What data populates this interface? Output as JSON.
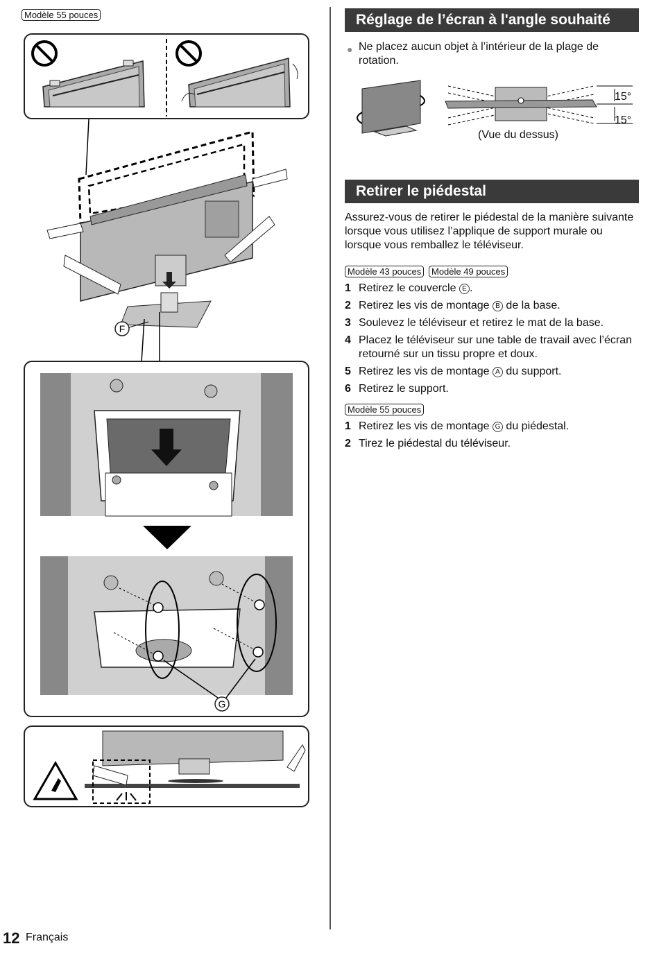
{
  "left": {
    "model_tag_top": "Modèle 55 pouces",
    "callout_f": "F",
    "callout_g": "G"
  },
  "right": {
    "section1": {
      "title": "Réglage de l’écran à l'angle souhaité",
      "bullet": "Ne placez aucun objet à l’intérieur de la plage de rotation.",
      "angle_top": "15°",
      "angle_bottom": "15°",
      "view_label": "(Vue du dessus)"
    },
    "section2": {
      "title": "Retirer le piédestal",
      "intro": "Assurez-vous de retirer le piédestal de la manière suivante lorsque vous utilisez l’applique de support murale ou lorsque vous remballez le téléviseur.",
      "tag_43": "Modèle 43 pouces",
      "tag_49": "Modèle 49 pouces",
      "steps_a": [
        {
          "num": "1",
          "before": "Retirez le couvercle ",
          "circ": "E",
          "after": "."
        },
        {
          "num": "2",
          "before": "Retirez les vis de montage ",
          "circ": "B",
          "after": " de la base."
        },
        {
          "num": "3",
          "before": "Soulevez le téléviseur et retirez le mat de la base.",
          "circ": "",
          "after": ""
        },
        {
          "num": "4",
          "before": "Placez le téléviseur sur une table de travail avec l’écran retourné sur un tissu propre et doux.",
          "circ": "",
          "after": ""
        },
        {
          "num": "5",
          "before": "Retirez les vis de montage ",
          "circ": "A",
          "after": " du support."
        },
        {
          "num": "6",
          "before": "Retirez le support.",
          "circ": "",
          "after": ""
        }
      ],
      "tag_55": "Modèle 55 pouces",
      "steps_b": [
        {
          "num": "1",
          "before": "Retirez les vis de montage ",
          "circ": "G",
          "after": " du piédestal."
        },
        {
          "num": "2",
          "before": "Tirez le piédestal du téléviseur.",
          "circ": "",
          "after": ""
        }
      ]
    }
  },
  "footer": {
    "page_number": "12",
    "language": "Français"
  }
}
